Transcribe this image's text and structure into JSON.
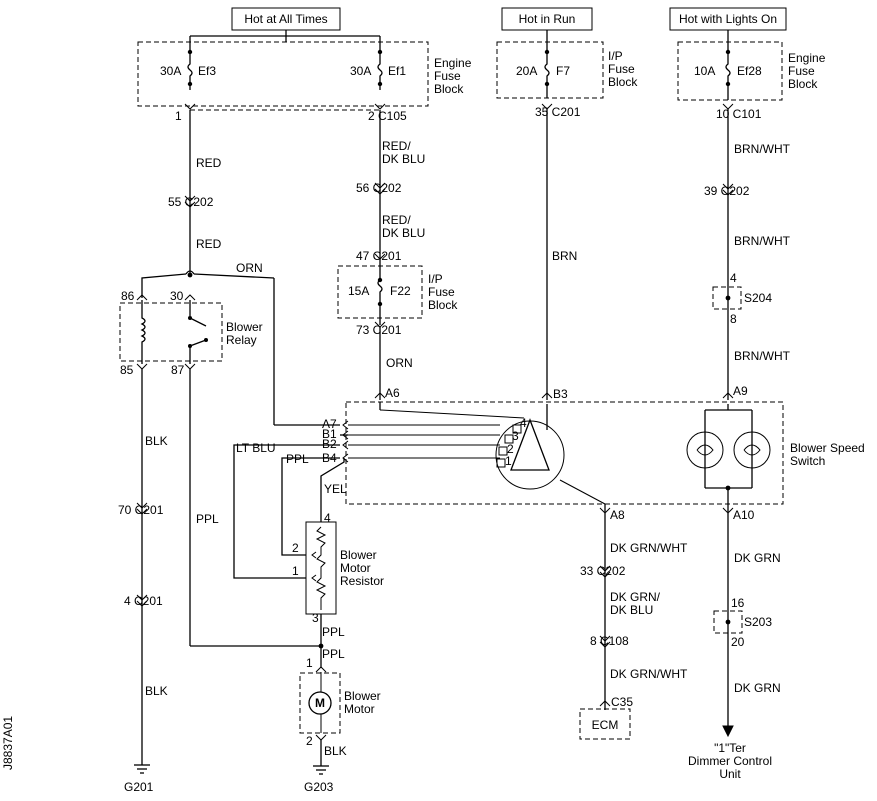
{
  "headers": {
    "hot_at_all_times": "Hot at All Times",
    "hot_in_run": "Hot in Run",
    "hot_with_lights_on": "Hot with Lights On"
  },
  "fuses": {
    "ef3": {
      "amp": "30A",
      "name": "Ef3"
    },
    "ef1": {
      "amp": "30A",
      "name": "Ef1"
    },
    "f7": {
      "amp": "20A",
      "name": "F7"
    },
    "ef28": {
      "amp": "10A",
      "name": "Ef28"
    },
    "f22": {
      "amp": "15A",
      "name": "F22"
    }
  },
  "blocks": {
    "engine_fuse_block_1": "Engine\nFuse\nBlock",
    "engine_fuse_block_2": "Engine\nFuse\nBlock",
    "ip_fuse_block_1": "I/P\nFuse\nBlock",
    "ip_fuse_block_2": "I/P\nFuse\nBlock"
  },
  "connectors": {
    "c105_pin1": "1",
    "c105": "2 C105",
    "c201_f7": "35 C201",
    "c101": "10 C101",
    "c202_red": "55 C202",
    "c202_redblu": "56 C202",
    "c202_brnwht": "39 C202",
    "c201_47": "47 C201",
    "c201_73": "73 C201",
    "c201_70": "70 C201",
    "c201_4": "4 C201",
    "c202_33": "33 C202",
    "c108_8": "8 C108",
    "c35": "C35"
  },
  "wires": {
    "red_1": "RED",
    "red_2": "RED",
    "red_dkblu_1": "RED/\nDK BLU",
    "red_dkblu_2": "RED/\nDK BLU",
    "orn_top": "ORN",
    "orn_mid": "ORN",
    "brn": "BRN",
    "brnwht_1": "BRN/WHT",
    "brnwht_2": "BRN/WHT",
    "brnwht_3": "BRN/WHT",
    "blk_1": "BLK",
    "blk_2": "BLK",
    "blk_3": "BLK",
    "ppl_1": "PPL",
    "ppl_2": "PPL",
    "ppl_3": "PPL",
    "ppl_4": "PPL",
    "lt_blu": "LT BLU",
    "yel": "YEL",
    "dkgrnwht_1": "DK GRN/WHT",
    "dkgrn_dkblu": "DK GRN/\nDK BLU",
    "dkgrnwht_2": "DK GRN/WHT",
    "dkgrn_1": "DK GRN",
    "dkgrn_2": "DK GRN"
  },
  "relay": {
    "label": "Blower\nRelay",
    "pin86": "86",
    "pin30": "30",
    "pin85": "85",
    "pin87": "87"
  },
  "switch": {
    "label": "Blower Speed\nSwitch",
    "pin_a6": "A6",
    "pin_b3": "B3",
    "pin_a9": "A9",
    "pin_a7": "A7",
    "pin_b1": "B1",
    "pin_b2": "B2",
    "pin_b4": "B4",
    "pin_a8": "A8",
    "pin_a10": "A10",
    "pos1": "1",
    "pos2": "2",
    "pos3": "3",
    "pos4": "4"
  },
  "splices": {
    "s204": "S204",
    "s204_in": "4",
    "s204_out": "8",
    "s203": "S203",
    "s203_in": "16",
    "s203_out": "20"
  },
  "resistor": {
    "label": "Blower\nMotor\nResistor",
    "pin4": "4",
    "pin2": "2",
    "pin1": "1",
    "pin3": "3"
  },
  "motor": {
    "label": "Blower\nMotor",
    "symbol": "M",
    "pin1": "1",
    "pin2": "2"
  },
  "grounds": {
    "g201": "G201",
    "g203": "G203"
  },
  "ecm": "ECM",
  "dimmer": "\"1\"Ter\nDimmer Control\nUnit",
  "figure_id": "J8837A01"
}
